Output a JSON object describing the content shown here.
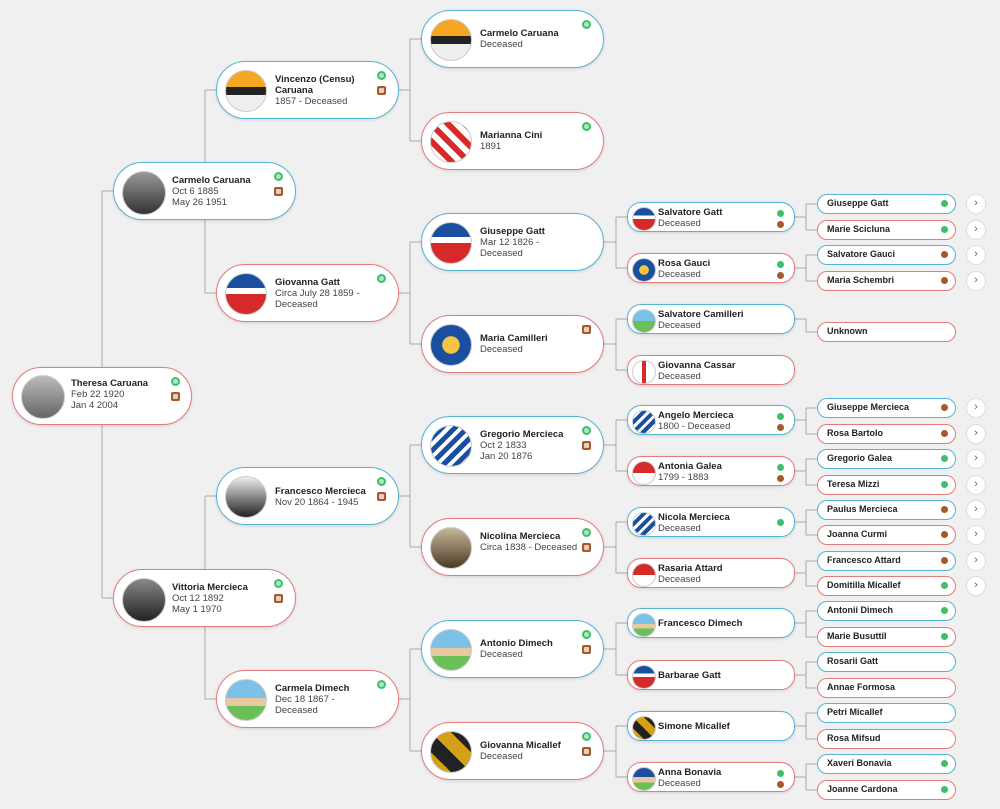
{
  "root": {
    "name": "Theresa Caruana",
    "line1": "Feb 22 1920",
    "line2": "Jan 4 2004"
  },
  "gen1": [
    {
      "name": "Carmelo Caruana",
      "line1": "Oct 6 1885",
      "line2": "May 26 1951"
    },
    {
      "name": "Vittoria Mercieca",
      "line1": "Oct 12 1892",
      "line2": "May 1 1970"
    }
  ],
  "gen2": [
    {
      "name": "Vincenzo (Censu) Caruana",
      "line1": "1857 - Deceased"
    },
    {
      "name": "Giovanna Gatt",
      "line1": "Circa July 28 1859 - Deceased"
    },
    {
      "name": "Francesco Mercieca",
      "line1": "Nov 20 1864 - 1945"
    },
    {
      "name": "Carmela Dimech",
      "line1": "Dec 18 1867 - Deceased"
    }
  ],
  "gen3": [
    {
      "name": "Carmelo Caruana",
      "line1": "Deceased"
    },
    {
      "name": "Marianna Cini",
      "line1": "1891"
    },
    {
      "name": "Giuseppe Gatt",
      "line1": "Mar 12 1826 - Deceased"
    },
    {
      "name": "Maria Camilleri",
      "line1": "Deceased"
    },
    {
      "name": "Gregorio Mercieca",
      "line1": "Oct 2 1833",
      "line2": "Jan 20 1876"
    },
    {
      "name": "Nicolina Mercieca",
      "line1": "Circa 1838 - Deceased"
    },
    {
      "name": "Antonio Dimech",
      "line1": "Deceased"
    },
    {
      "name": "Giovanna Micallef",
      "line1": "Deceased"
    }
  ],
  "gen4": [
    {
      "name": "Salvatore Gatt",
      "line1": "Deceased"
    },
    {
      "name": "Rosa Gauci",
      "line1": "Deceased"
    },
    {
      "name": "Salvatore Camilleri",
      "line1": "Deceased"
    },
    {
      "name": "Giovanna Cassar",
      "line1": "Deceased"
    },
    {
      "name": "Angelo Mercieca",
      "line1": "1800 - Deceased"
    },
    {
      "name": "Antonia Galea",
      "line1": "1799 - 1883"
    },
    {
      "name": "Nicola Mercieca",
      "line1": "Deceased"
    },
    {
      "name": "Rasaria Attard",
      "line1": "Deceased"
    },
    {
      "name": "Francesco Dimech",
      "line1": ""
    },
    {
      "name": "Barbarae Gatt",
      "line1": ""
    },
    {
      "name": "Simone Micallef",
      "line1": ""
    },
    {
      "name": "Anna Bonavia",
      "line1": "Deceased"
    }
  ],
  "gen5": [
    {
      "name": "Giuseppe Gatt"
    },
    {
      "name": "Marie Scicluna"
    },
    {
      "name": "Salvatore Gauci"
    },
    {
      "name": "Maria Schembri"
    },
    {
      "name": "Unknown"
    },
    {
      "name": "Giuseppe Mercieca"
    },
    {
      "name": "Rosa Bartolo"
    },
    {
      "name": "Gregorio Galea"
    },
    {
      "name": "Teresa Mizzi"
    },
    {
      "name": "Paulus Mercieca"
    },
    {
      "name": "Joanna Curmi"
    },
    {
      "name": "Francesco Attard"
    },
    {
      "name": "Domitilla Micallef"
    },
    {
      "name": "Antonii Dimech"
    },
    {
      "name": "Marie Busuttil"
    },
    {
      "name": "Rosarii Gatt"
    },
    {
      "name": "Annae Formosa"
    },
    {
      "name": "Petri Micallef"
    },
    {
      "name": "Rosa Mifsud"
    },
    {
      "name": "Xaveri Bonavia"
    },
    {
      "name": "Joanne Cardona"
    }
  ],
  "icons": {
    "tree": "family-tree-icon",
    "doc": "record-icon",
    "expand": "chevron-right-icon"
  },
  "colors": {
    "male_border": "#55b3d4",
    "female_border": "#e47b7b",
    "tree_icon": "#3fbf6a",
    "record_icon": "#a55a2e",
    "background": "#f0f0f0"
  }
}
